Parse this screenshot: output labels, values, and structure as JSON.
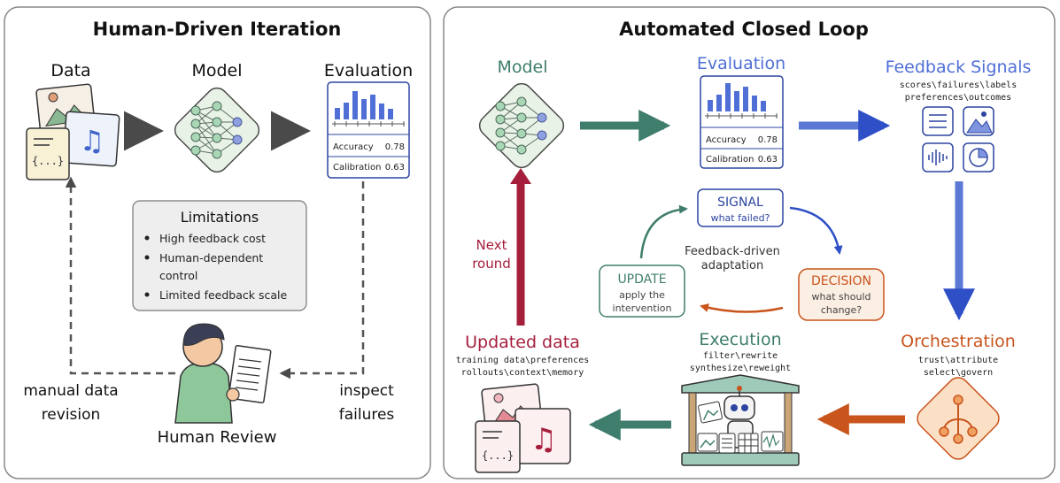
{
  "left": {
    "title": "Human-Driven Iteration",
    "data_label": "Data",
    "model_label": "Model",
    "eval_label": "Evaluation",
    "metrics": [
      {
        "name": "Accuracy",
        "value": "0.78"
      },
      {
        "name": "Calibration",
        "value": "0.63"
      }
    ],
    "limitations": {
      "title": "Limitations",
      "items": [
        "High feedback cost",
        "Human-dependent",
        "control",
        "Limited feedback scale"
      ]
    },
    "manual": [
      "manual data",
      "revision"
    ],
    "inspect": [
      "inspect",
      "failures"
    ],
    "human_label": "Human Review",
    "json_glyph": "{...}"
  },
  "right": {
    "title": "Automated Closed Loop",
    "model_label": "Model",
    "eval_label": "Evaluation",
    "metrics": [
      {
        "name": "Accuracy",
        "value": "0.78"
      },
      {
        "name": "Calibration",
        "value": "0.63"
      }
    ],
    "feedback": {
      "title": "Feedback Signals",
      "sub": [
        "scores\\failures\\labels",
        "preferences\\outcomes"
      ]
    },
    "signal": {
      "title": "SIGNAL",
      "sub": "what failed?"
    },
    "center": [
      "Feedback-driven",
      "adaptation"
    ],
    "update": {
      "title": "UPDATE",
      "sub": [
        "apply the",
        "intervention"
      ]
    },
    "decision": {
      "title": "DECISION",
      "sub": [
        "what should",
        "change?"
      ]
    },
    "next_round": [
      "Next",
      "round"
    ],
    "updated": {
      "title": "Updated data",
      "sub": [
        "training data\\preferences",
        "rollouts\\context\\memory"
      ]
    },
    "execution": {
      "title": "Execution",
      "sub": [
        "filter\\rewrite",
        "synthesize\\reweight"
      ]
    },
    "orchestration": {
      "title": "Orchestration",
      "sub": [
        "trust\\attribute",
        "select\\govern"
      ]
    },
    "json_glyph": "{...}"
  },
  "colors": {
    "teal": "#3f7d6c",
    "blue": "#5a78d4",
    "orange": "#c9541c",
    "red": "#a51e3c",
    "gray": "#4a4a4a"
  }
}
